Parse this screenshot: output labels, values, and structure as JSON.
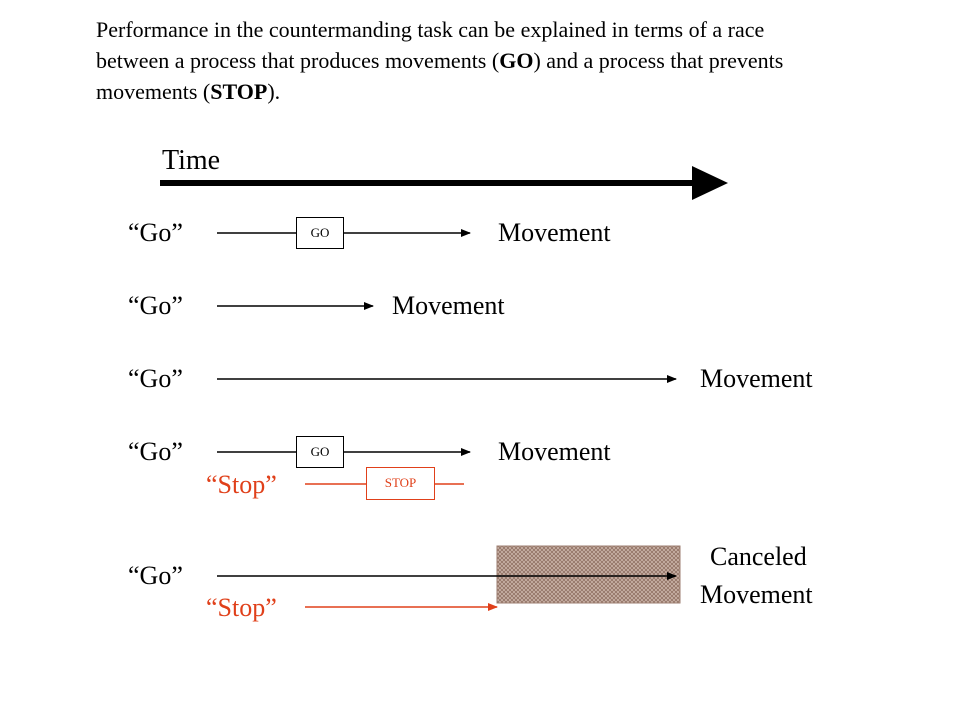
{
  "intro": {
    "part1": "Performance in the countermanding task can be explained in terms of a race between a process that produces movements (",
    "go_word": "GO",
    "part2": ") and a process that prevents movements (",
    "stop_word": "STOP",
    "part3": ")."
  },
  "time_label": "Time",
  "rows": [
    {
      "go_label": "“Go”",
      "box_label": "GO",
      "end_label": "Movement"
    },
    {
      "go_label": "“Go”",
      "end_label": "Movement"
    },
    {
      "go_label": "“Go”",
      "end_label": "Movement"
    },
    {
      "go_label": "“Go”",
      "box_label": "GO",
      "end_label": "Movement",
      "stop_label": "“Stop”",
      "stop_box_label": "STOP"
    },
    {
      "go_label": "“Go”",
      "stop_label": "“Stop”",
      "end_label_line1": "Canceled",
      "end_label_line2": "Movement"
    }
  ],
  "colors": {
    "stop": "#e0401a",
    "cancel_box": "#b8998a"
  }
}
